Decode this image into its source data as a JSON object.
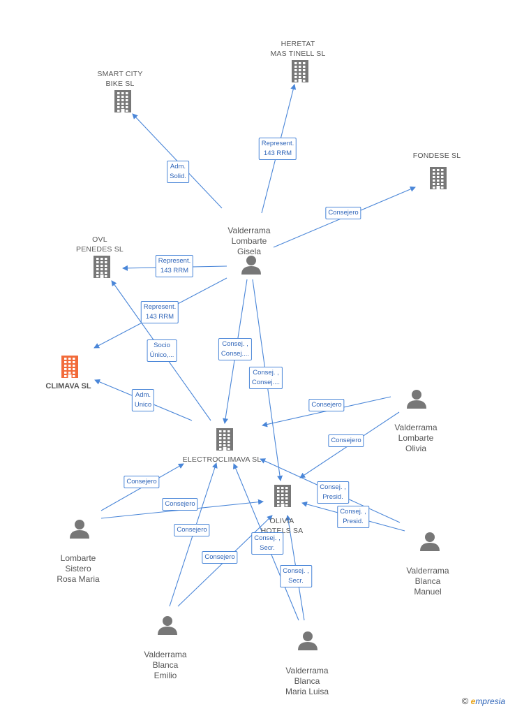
{
  "colors": {
    "edge": "#4a86d8",
    "node": "#777777",
    "focus": "#f26b3a"
  },
  "nodes": [
    {
      "id": "smart",
      "kind": "company",
      "label": "SMART CITY\nBIKE  SL"
    },
    {
      "id": "heretat",
      "kind": "company",
      "label": "HERETAT\nMAS TINELL SL"
    },
    {
      "id": "fondese",
      "kind": "company",
      "label": "FONDESE SL"
    },
    {
      "id": "ovl",
      "kind": "company",
      "label": "OVL\nPENEDES SL"
    },
    {
      "id": "climava",
      "kind": "focus",
      "label": "CLIMAVA SL"
    },
    {
      "id": "electro",
      "kind": "company",
      "label": "ELECTROCLIMAVA SL"
    },
    {
      "id": "olivia",
      "kind": "company",
      "label": "OLIVIA\nHOTELS SA"
    },
    {
      "id": "gisela",
      "kind": "person",
      "label": "Valderrama\nLombarte\nGisela"
    },
    {
      "id": "oliviap",
      "kind": "person",
      "label": "Valderrama\nLombarte\nOlivia"
    },
    {
      "id": "rosa",
      "kind": "person",
      "label": "Lombarte\nSistero\nRosa Maria"
    },
    {
      "id": "manuel",
      "kind": "person",
      "label": "Valderrama\nBlanca\nManuel"
    },
    {
      "id": "emilio",
      "kind": "person",
      "label": "Valderrama\nBlanca\nEmilio"
    },
    {
      "id": "mluisa",
      "kind": "person",
      "label": "Valderrama\nBlanca\nMaria Luisa"
    }
  ],
  "edges": [
    {
      "from": "gisela",
      "to": "smart",
      "label": "Adm.\nSolid."
    },
    {
      "from": "gisela",
      "to": "heretat",
      "label": "Represent.\n143 RRM"
    },
    {
      "from": "gisela",
      "to": "fondese",
      "label": "Consejero"
    },
    {
      "from": "gisela",
      "to": "ovl",
      "label": "Represent.\n143 RRM"
    },
    {
      "from": "gisela",
      "to": "climava",
      "label": "Represent.\n143 RRM"
    },
    {
      "from": "electro",
      "to": "ovl",
      "label": "Socio\nÚnico,..."
    },
    {
      "from": "gisela",
      "to": "electro",
      "label": "Consej. ,\nConsej...."
    },
    {
      "from": "gisela",
      "to": "olivia",
      "label": "Consej. ,\nConsej...."
    },
    {
      "from": "electro",
      "to": "climava",
      "label": "Adm.\nUnico"
    },
    {
      "from": "oliviap",
      "to": "electro",
      "label": "Consejero"
    },
    {
      "from": "oliviap",
      "to": "olivia",
      "label": "Consejero"
    },
    {
      "from": "rosa",
      "to": "electro",
      "label": "Consejero"
    },
    {
      "from": "rosa",
      "to": "olivia",
      "label": "Consejero"
    },
    {
      "from": "manuel",
      "to": "electro",
      "label": "Consej. ,\nPresid."
    },
    {
      "from": "manuel",
      "to": "olivia",
      "label": "Consej. ,\nPresid."
    },
    {
      "from": "emilio",
      "to": "electro",
      "label": "Consejero"
    },
    {
      "from": "emilio",
      "to": "olivia",
      "label": "Consejero"
    },
    {
      "from": "mluisa",
      "to": "electro",
      "label": "Consej. ,\nSecr."
    },
    {
      "from": "mluisa",
      "to": "olivia",
      "label": "Consej. ,\nSecr."
    }
  ],
  "brand": {
    "copyright": "©",
    "e": "e",
    "rest": "mpresia"
  }
}
